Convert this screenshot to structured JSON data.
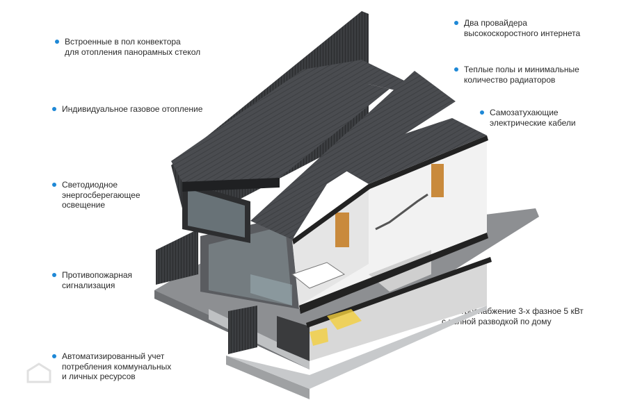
{
  "accent_color": "#1e88d6",
  "callouts_left": [
    {
      "lines": [
        "Встроенные в пол конвектора",
        "для отопления панорамных стекол"
      ]
    },
    {
      "lines": [
        "Индивидуальное газовое отопление"
      ]
    },
    {
      "lines": [
        "Светодиодное",
        "энергосберегающее",
        "освещение"
      ]
    },
    {
      "lines": [
        "Противопожарная",
        "сигнализация"
      ]
    },
    {
      "lines": [
        "Автоматизированный учет",
        "потребления коммунальных",
        "и личных ресурсов"
      ]
    }
  ],
  "callouts_right": [
    {
      "lines": [
        "Два провайдера",
        "высокоскоростного интернета"
      ]
    },
    {
      "lines": [
        "Теплые полы и минимальные",
        "количество радиаторов"
      ]
    },
    {
      "lines": [
        "Самозатухающие",
        "электрические кабели"
      ]
    },
    {
      "lines": [
        "Электроснабжение 3-х фазное 5 кВт",
        "с полной разводкой по дому"
      ]
    }
  ]
}
